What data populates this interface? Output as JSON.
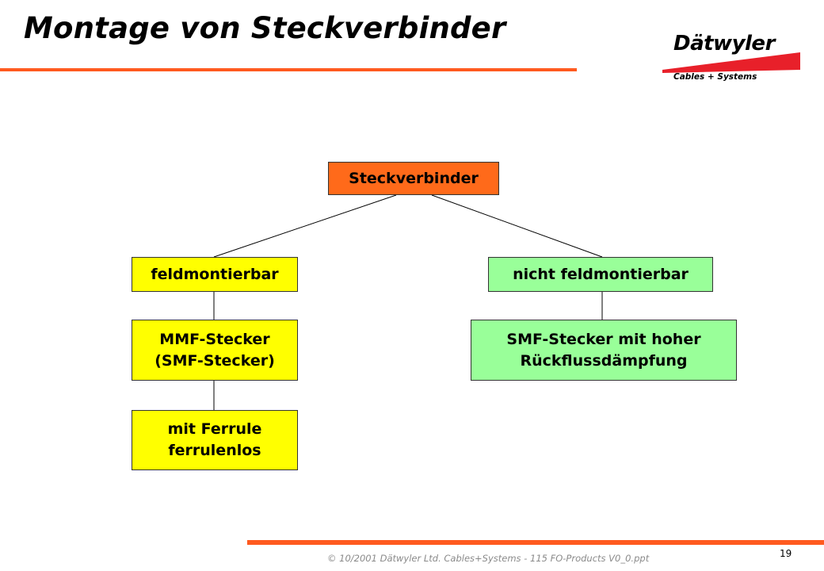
{
  "header": {
    "title": "Montage von Steckverbinder",
    "accent_color": "#ff5a1f"
  },
  "logo": {
    "name": "Dätwyler",
    "tagline": "Cables + Systems",
    "swoosh_color": "#e8202a"
  },
  "diagram": {
    "type": "tree",
    "nodes": {
      "root": {
        "lines": [
          "Steckverbinder"
        ],
        "fill": "#ff6a1a"
      },
      "left": {
        "lines": [
          "feldmontierbar"
        ],
        "fill": "#ffff00"
      },
      "right": {
        "lines": [
          "nicht feldmontierbar"
        ],
        "fill": "#99ff99"
      },
      "left_child": {
        "lines": [
          "MMF-Stecker",
          "(SMF-Stecker)"
        ],
        "fill": "#ffff00"
      },
      "right_child": {
        "lines": [
          "SMF-Stecker mit hoher",
          "Rückflussdämpfung"
        ],
        "fill": "#99ff99"
      },
      "left_grandchild": {
        "lines": [
          "mit Ferrule",
          "ferrulenlos"
        ],
        "fill": "#ffff00"
      }
    },
    "edges": [
      [
        "root",
        "left"
      ],
      [
        "root",
        "right"
      ],
      [
        "left",
        "left_child"
      ],
      [
        "right",
        "right_child"
      ],
      [
        "left_child",
        "left_grandchild"
      ]
    ]
  },
  "footer": {
    "text": "© 10/2001 Dätwyler Ltd. Cables+Systems - 115 FO-Products V0_0.ppt",
    "page_number": "19"
  }
}
